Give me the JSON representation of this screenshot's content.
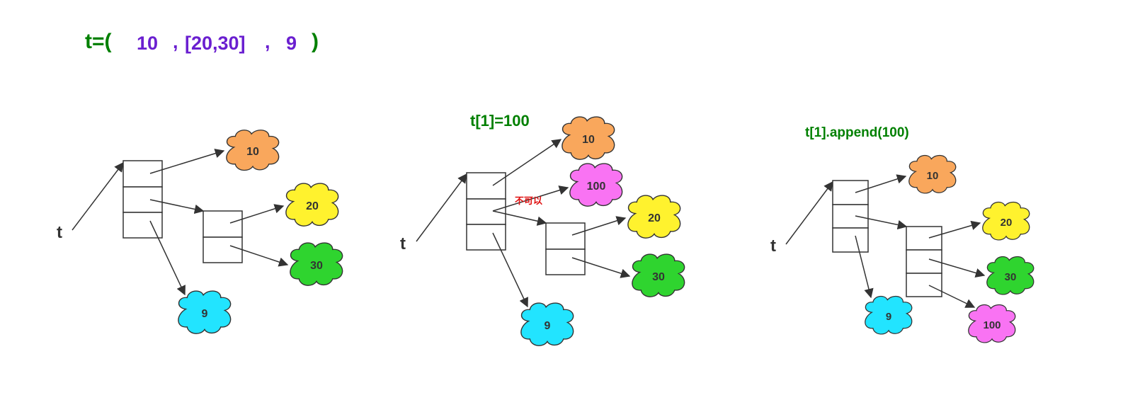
{
  "header": {
    "prefix": "t=(",
    "item1": "10",
    "sep1": ",",
    "item2": "[20,30]",
    "sep2": ",",
    "item3": "9",
    "suffix": ")"
  },
  "colors": {
    "green_text": "#008000",
    "purple_text": "#6a1fd0",
    "red_text": "#e01010",
    "line": "#333333",
    "cloud_orange": "#f9a75c",
    "cloud_yellow": "#fff22e",
    "cloud_green": "#2fd42f",
    "cloud_cyan": "#22e4ff",
    "cloud_pink": "#f973f3"
  },
  "panels": [
    {
      "title": "",
      "var_label": "t",
      "values": {
        "v10": "10",
        "v20": "20",
        "v30": "30",
        "v9": "9"
      }
    },
    {
      "title": "t[1]=100",
      "var_label": "t",
      "forbidden_label": "不可以",
      "values": {
        "v10": "10",
        "v100": "100",
        "v20": "20",
        "v30": "30",
        "v9": "9"
      }
    },
    {
      "title": "t[1].append(100)",
      "var_label": "t",
      "values": {
        "v10": "10",
        "v20": "20",
        "v30": "30",
        "v9": "9",
        "v100": "100"
      }
    }
  ]
}
